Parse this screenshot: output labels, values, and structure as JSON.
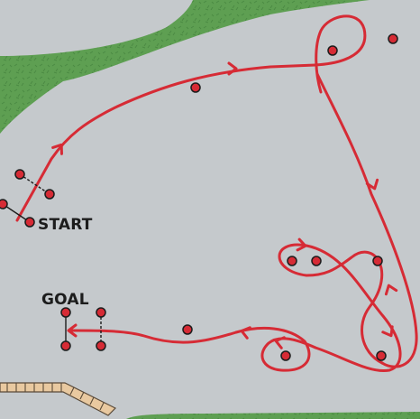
{
  "labels": {
    "start": "START",
    "goal": "GOAL"
  },
  "colors": {
    "pavement": "#c5c9cc",
    "grass": "#5e9f52",
    "grass_texture": "#4b8a43",
    "route": "#d62b35",
    "cone_fill": "#d62b35",
    "cone_outline": "#1c1c1c",
    "gate_line": "#1c1c1c",
    "curb": "#e9c9a0",
    "curb_line": "#5a4a38",
    "text": "#1c1c1c"
  },
  "icons": {
    "cone": "red-cone-dot",
    "direction_arrow": "chevron-arrow",
    "grass": "grass-patch",
    "curb": "wooden-curb"
  }
}
